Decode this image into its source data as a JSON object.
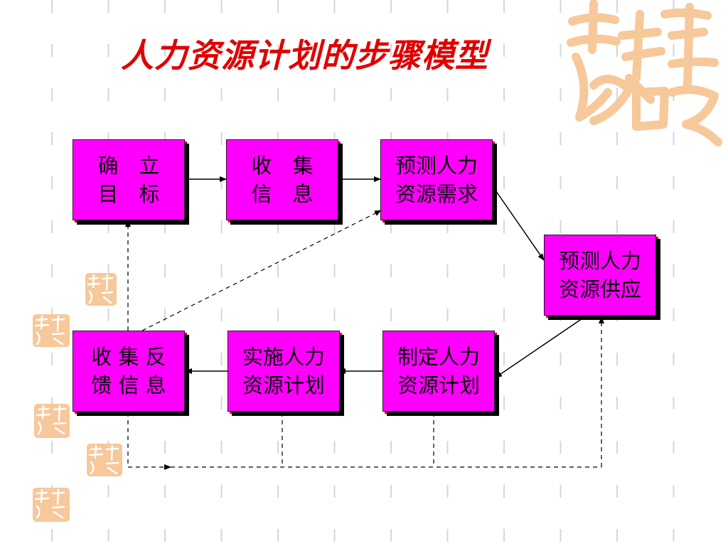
{
  "slide": {
    "title": "人力资源计划的步骤模型"
  },
  "boxes": {
    "goal": {
      "line1": "确　立",
      "line2": "目　标"
    },
    "collect": {
      "line1": "收　集",
      "line2": "信　息"
    },
    "demand": {
      "line1": "预测人力",
      "line2": "资源需求"
    },
    "supply": {
      "line1": "预测人力",
      "line2": "资源供应"
    },
    "make_plan": {
      "line1": "制定人力",
      "line2": "资源计划"
    },
    "implement": {
      "line1": "实施人力",
      "line2": "资源计划"
    },
    "feedback": {
      "line1": "收 集 反",
      "line2": "馈 信 息"
    }
  },
  "colors": {
    "title": "#e00000",
    "box_fill": "#ff00ff",
    "box_shadow": "#000000",
    "box_shadow_accent": "#e0002a",
    "grid_dash": "#d6d6d6",
    "seal": "#f6c89a"
  },
  "decor": {
    "large_seal": "seal-logo-icon",
    "small_seals": "seal-logo-icon"
  }
}
